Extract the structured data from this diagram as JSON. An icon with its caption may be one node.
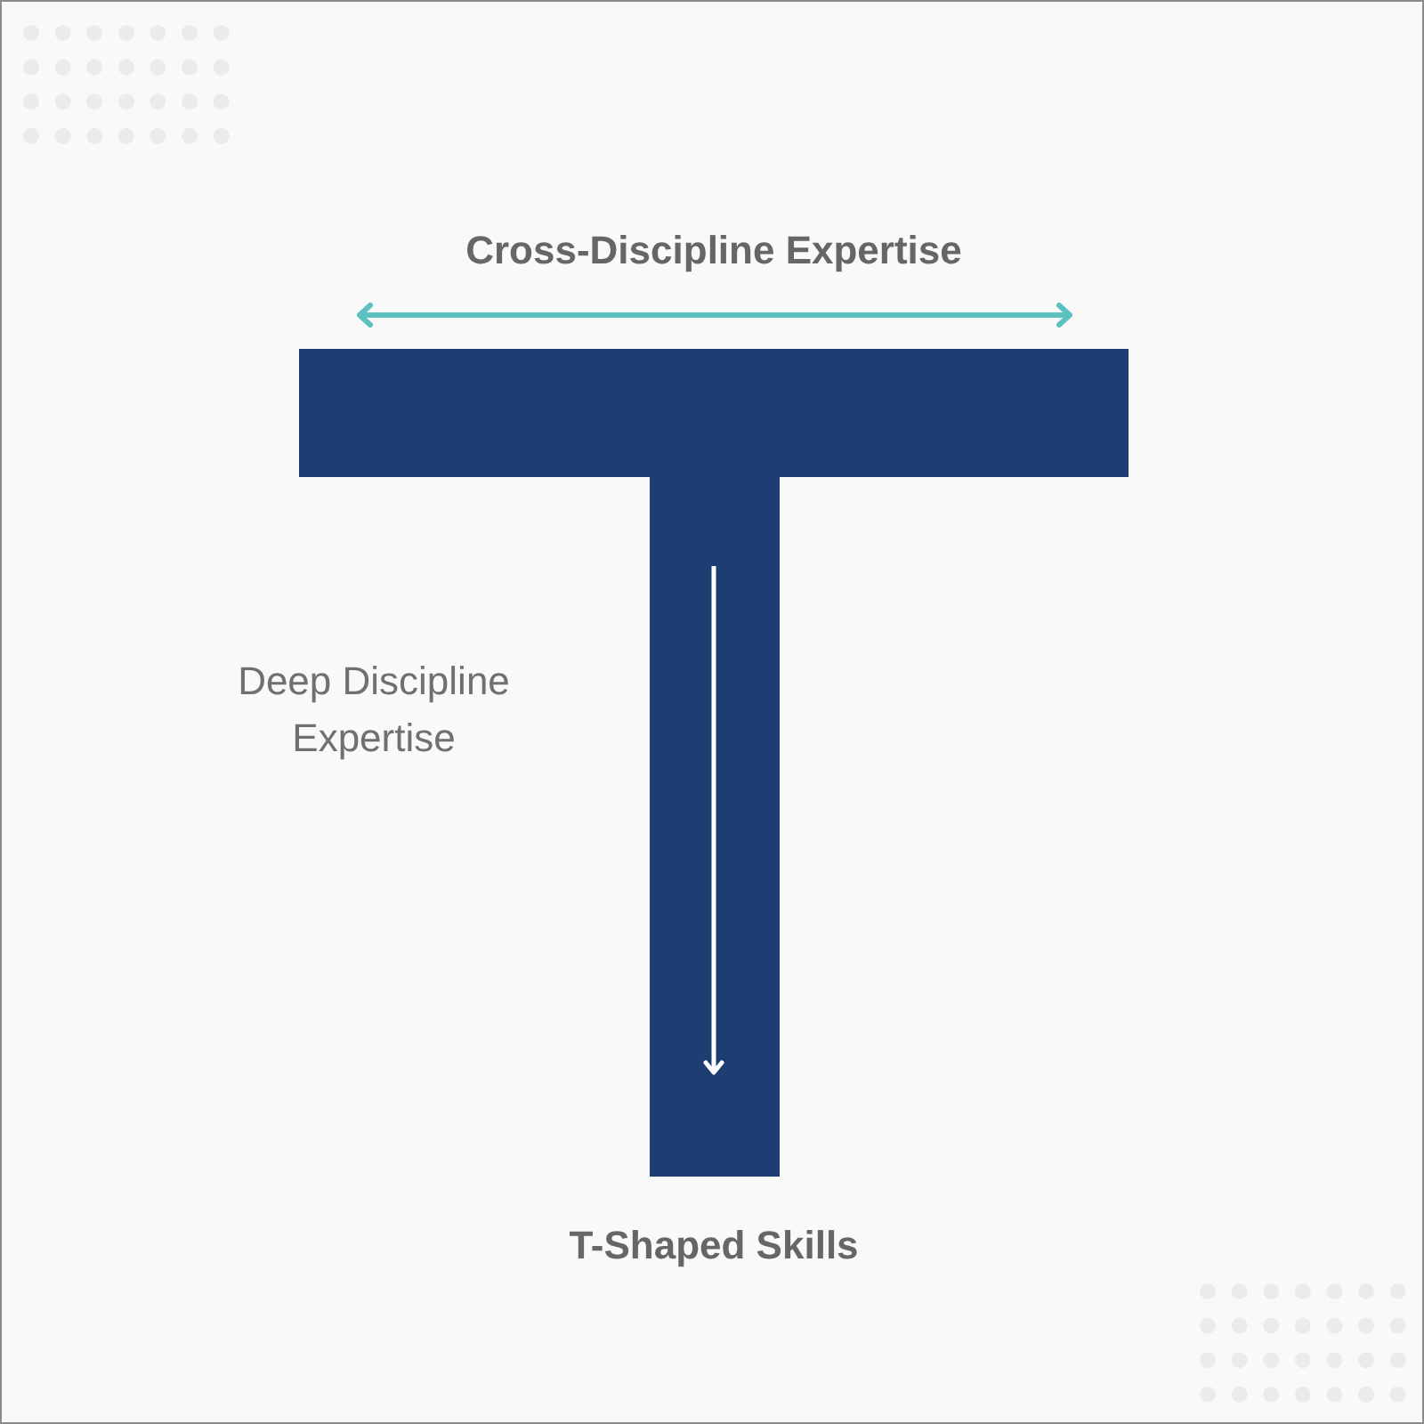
{
  "diagram": {
    "caption": "T-Shaped Skills",
    "nodes": [
      {
        "text": [],
        "shape": "bar"
      },
      {
        "text": [],
        "shape": "bar"
      }
    ],
    "labels": [
      "Cross-Discipline Expertise",
      "Deep Discipline Expertise"
    ]
  }
}
